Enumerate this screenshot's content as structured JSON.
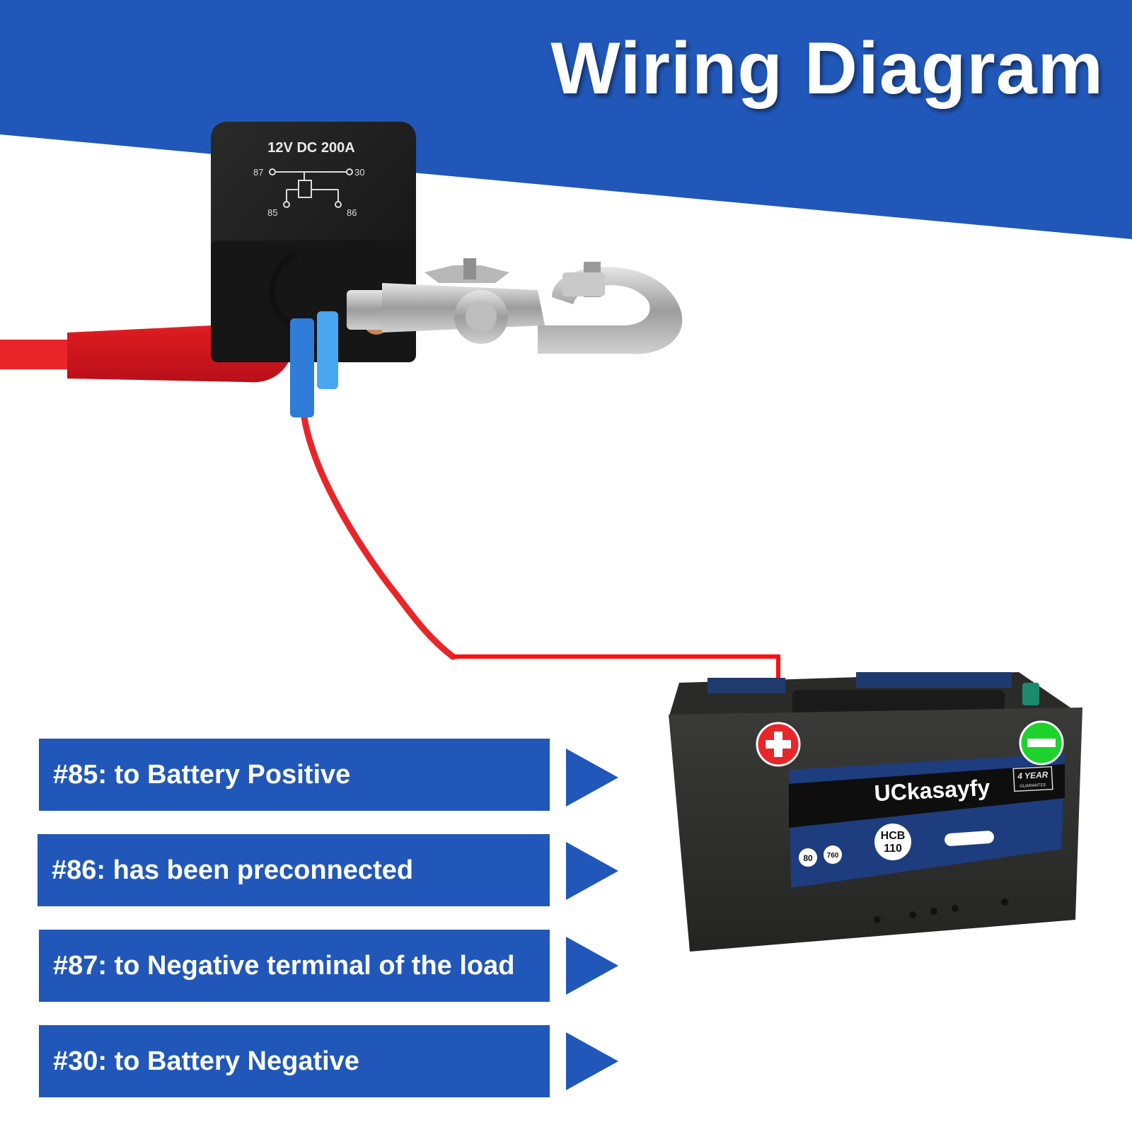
{
  "title": "Wiring Diagram",
  "colors": {
    "brand_blue": "#2157b8",
    "wire_red": "#e8262a",
    "positive_red": "#e8262a",
    "negative_green": "#1ed12d",
    "relay_black": "#1c1c1c"
  },
  "relay": {
    "rating": "12V DC 200A",
    "pin_87": "87",
    "pin_30": "30",
    "pin_85": "85",
    "pin_86": "86"
  },
  "battery": {
    "brand": "UCkasayfy",
    "model_line1": "HCB",
    "model_line2": "110",
    "badge_line1": "4 YEAR",
    "badge_line2": "GUARANTEE",
    "capacity": "80",
    "cca": "760",
    "positive_icon": "plus-icon",
    "negative_icon": "minus-icon"
  },
  "labels": [
    {
      "text": "#85: to Battery Positive"
    },
    {
      "text": "#86: has been preconnected"
    },
    {
      "text": "#87: to Negative terminal of the load"
    },
    {
      "text": "#30: to Battery Negative"
    }
  ]
}
